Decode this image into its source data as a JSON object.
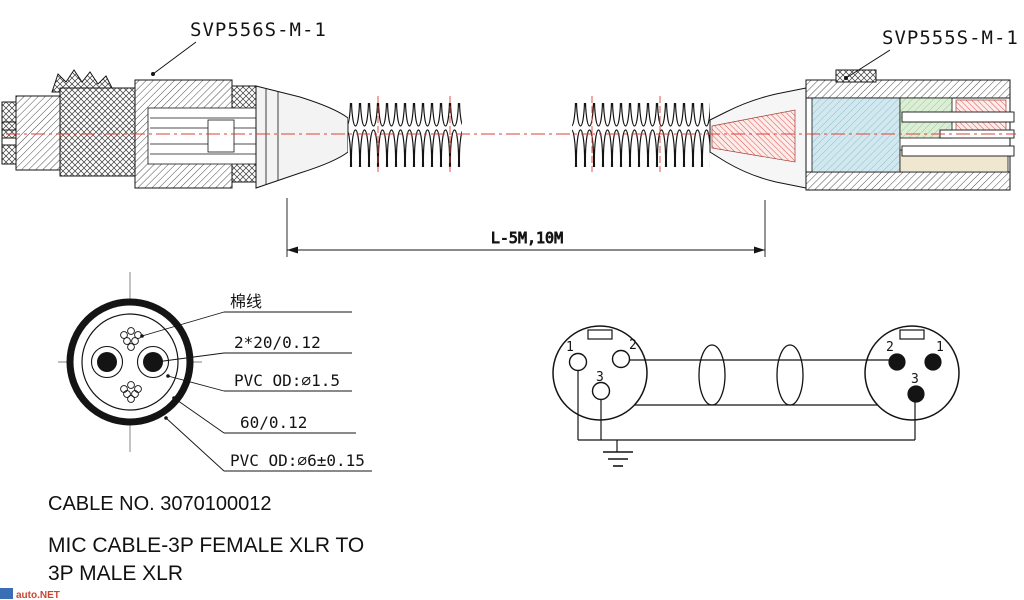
{
  "connectors": {
    "left_label": "SVP556S-M-1",
    "right_label": "SVP555S-M-1"
  },
  "dimension": {
    "length": "L-5M,10M"
  },
  "cross_section": {
    "labels": [
      "棉线",
      "2*20/0.12",
      "PVC OD:∅1.5",
      "60/0.12",
      "PVC OD:∅6±0.15"
    ]
  },
  "pinout": {
    "left_pins": [
      "1",
      "2",
      "3"
    ],
    "right_pins": [
      "2",
      "1",
      "3"
    ]
  },
  "footer": {
    "cable_no": "CABLE NO. 3070100012",
    "title_line1": "MIC CABLE-3P FEMALE XLR TO",
    "title_line2": "3P MALE XLR"
  },
  "watermark": "auto.NET",
  "colors": {
    "centerline_red": "#e04038",
    "line_black": "#141414",
    "cutaway_blue": "#d2e8ef",
    "cutaway_green": "#dcefd6",
    "cutaway_tan": "#efe7cf"
  }
}
